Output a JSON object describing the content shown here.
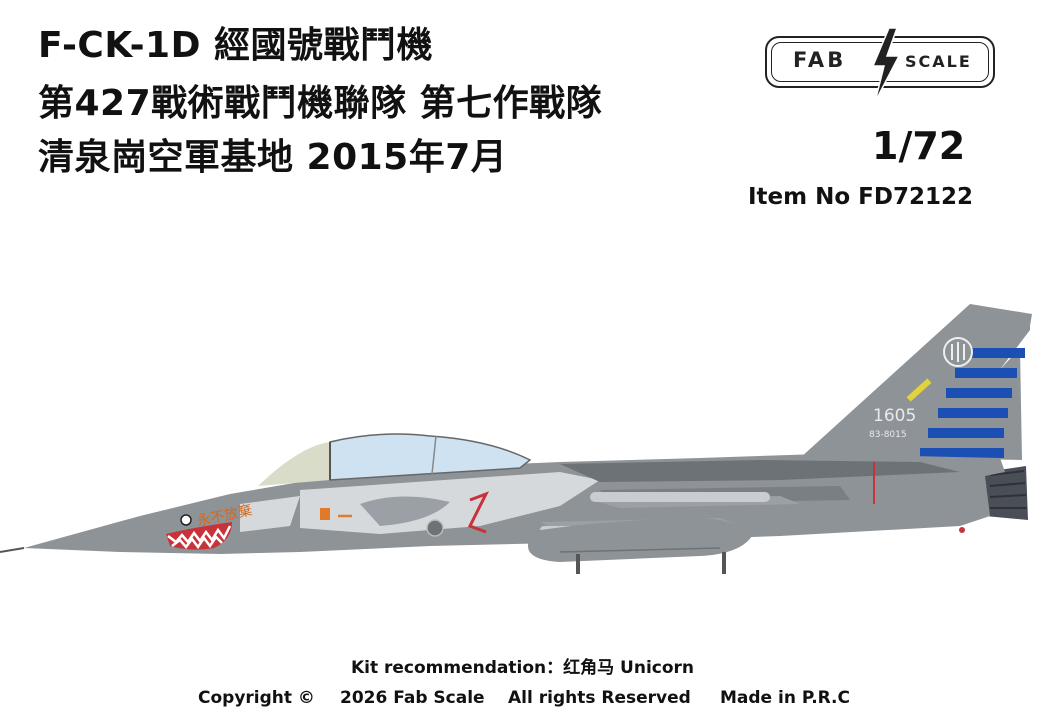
{
  "header": {
    "line1": "F-CK-1D 經國號戰鬥機",
    "line2": "第427戰術戰鬥機聯隊 第七作戰隊",
    "line3": "清泉崗空軍基地 2015年7月"
  },
  "logo": {
    "left_word": "FAB",
    "right_word": "SCALE",
    "icon": "lightning-bolt-icon"
  },
  "scale": "1/72",
  "item": "Item No FD72122",
  "aircraft": {
    "tail_number": "1605",
    "serial": "83-8015",
    "nose_text": "永不放棄",
    "colors": {
      "body": "#8e9398",
      "body_dark": "#6d7277",
      "camo_light": "#d6d9dc",
      "tail_stripe": "#1c4fb3",
      "canopy": "#cfe2f2",
      "shark_mouth": "#c8323a"
    }
  },
  "footer": {
    "kit": "Kit recommendation：红角马 Unicorn",
    "copyright": "Copyright  ©",
    "year": "2026 Fab Scale",
    "rights": "All rights Reserved",
    "made": "Made in P.R.C"
  }
}
